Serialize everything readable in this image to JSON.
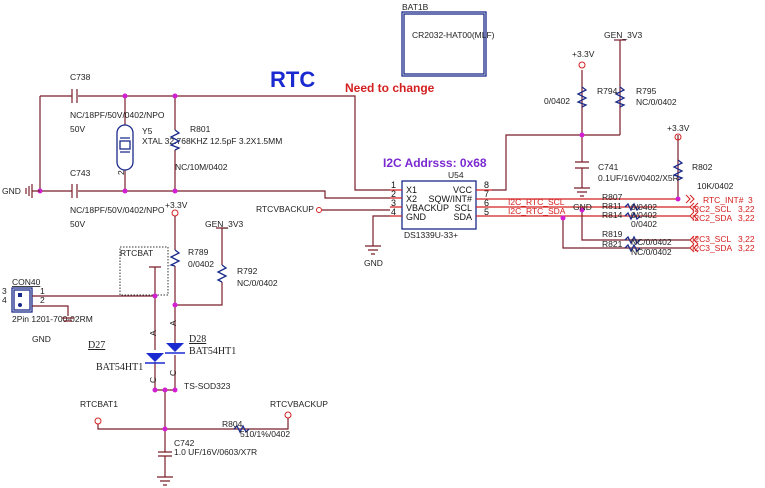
{
  "title": "RTC",
  "note": "Need to change",
  "i2c_note": "I2C Addrsss: 0x68",
  "colors": {
    "wire": "#7a1f2b",
    "junction": "#d21fd2",
    "part": "#1a2a8a",
    "net": "#d42020",
    "title": "#1a2ad0",
    "i2c_note": "#7a2ad0"
  },
  "bat": {
    "ref": "BAT1B",
    "value": "CR2032-HAT00(MLF)"
  },
  "c738": {
    "ref": "C738",
    "value": "NC/18PF/50V/0402/NPO",
    "volt": "50V"
  },
  "c743": {
    "ref": "C743",
    "value": "NC/18PF/50V/0402/NPO",
    "volt": "50V"
  },
  "y5": {
    "ref": "Y5",
    "value": "XTAL 32.768KHZ 12.5pF 3.2X1.5MM",
    "pin": "2"
  },
  "r801": {
    "ref": "R801",
    "value": "NC/10M/0402"
  },
  "gnd": "GND",
  "u54": {
    "ref": "U54",
    "part": "DS1339U-33+",
    "pins": [
      {
        "num": "1",
        "name": "X1"
      },
      {
        "num": "2",
        "name": "X2"
      },
      {
        "num": "3",
        "name": "VBACKUP"
      },
      {
        "num": "4",
        "name": "GND"
      },
      {
        "num": "8",
        "name": "VCC"
      },
      {
        "num": "7",
        "name": "SQW/INT#"
      },
      {
        "num": "6",
        "name": "SCL"
      },
      {
        "num": "5",
        "name": "SDA"
      }
    ]
  },
  "nets": {
    "rtcvbackup": "RTCVBACKUP",
    "v33": "+3.3V",
    "gen3v3": "GEN_3V3",
    "i2c_scl": "I2C_RTC_SCL",
    "i2c_sda": "I2C_RTC_SDA",
    "rtcbat": "RTCBAT",
    "rtcbat1": "RTCBAT1"
  },
  "offpage": [
    {
      "name": "RTC_INT#",
      "ref": "3"
    },
    {
      "name": "I2C2_SCL",
      "ref": "3,22"
    },
    {
      "name": "I2C2_SDA",
      "ref": "3,22"
    },
    {
      "name": "I2C3_SCL",
      "ref": "3,22"
    },
    {
      "name": "I2C3_SDA",
      "ref": "3,22"
    }
  ],
  "r794": {
    "ref": "R794",
    "value": "0/0402"
  },
  "r795": {
    "ref": "R795",
    "value": "NC/0/0402"
  },
  "c741": {
    "ref": "C741",
    "value": "0.1UF/16V/0402/X5R"
  },
  "r802": {
    "ref": "R802",
    "value": "10K/0402"
  },
  "r807": {
    "ref": "R807"
  },
  "r811": {
    "ref": "R811",
    "value": "0/0402"
  },
  "r814": {
    "ref": "R814",
    "value": "0/0402"
  },
  "r819": {
    "ref": "R819",
    "value": "NC/0/0402"
  },
  "r821": {
    "ref": "R821",
    "value": "NC/0/0402"
  },
  "r789": {
    "ref": "R789",
    "value": "0/0402"
  },
  "r792": {
    "ref": "R792",
    "value": "NC/0/0402"
  },
  "con40": {
    "ref": "CON40",
    "value": "2Pin 1201-700-02RM",
    "pins": [
      "1",
      "2",
      "3",
      "4"
    ]
  },
  "d27": {
    "ref": "D27",
    "value": "BAT54HT1"
  },
  "d28": {
    "ref": "D28",
    "value": "BAT54HT1",
    "package": "TS-SOD323"
  },
  "diode_pins": {
    "anode": "A",
    "cathode": "C"
  },
  "r804": {
    "ref": "R804",
    "value": "510/1%/0402"
  },
  "c742": {
    "ref": "C742",
    "value": "1.0 UF/16V/0603/X7R"
  }
}
